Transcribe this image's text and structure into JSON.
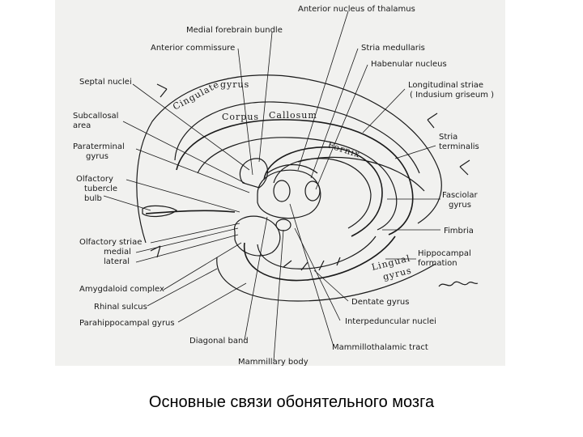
{
  "caption": "Основные связи обонятельного мозга",
  "labels": {
    "anterior_nucleus_thalamus": "Anterior nucleus of thalamus",
    "medial_forebrain_bundle": "Medial forebrain bundle",
    "anterior_commissure": "Anterior commissure",
    "stria_medullaris": "Stria medullaris",
    "habenular_nucleus": "Habenular nucleus",
    "septal_nuclei": "Septal nuclei",
    "longitudinal_striae": "Longitudinal striae",
    "indusium_griseum": "( Indusium griseum )",
    "subcallosal_area_1": "Subcallosal",
    "subcallosal_area_2": "area",
    "paraterminal_gyrus_1": "Paraterminal",
    "paraterminal_gyrus_2": "gyrus",
    "stria_terminalis_1": "Stria",
    "stria_terminalis_2": "terminalis",
    "olfactory": "Olfactory",
    "tubercle": "tubercle",
    "bulb": "bulb",
    "fasciolar_gyrus_1": "Fasciolar",
    "fasciolar_gyrus_2": "gyrus",
    "fimbria": "Fimbria",
    "olfactory_striae": "Olfactory striae",
    "medial": "medial",
    "lateral": "lateral",
    "hippocampal_formation_1": "Hippocampal",
    "hippocampal_formation_2": "formation",
    "amygdaloid_complex": "Amygdaloid complex",
    "rhinal_sulcus": "Rhinal sulcus",
    "parahippocampal_gyrus": "Parahippocampal gyrus",
    "dentate_gyrus": "Dentate gyrus",
    "interpeduncular_nuclei": "Interpeduncular nuclei",
    "diagonal_band": "Diagonal band",
    "mammillothalamic_tract": "Mammillothalamic tract",
    "mammillary_body": "Mammillary body"
  },
  "inside_labels": {
    "cingulate": "Cingulate",
    "gyrus": "gyrus",
    "corpus": "Corpus",
    "callosum": "Callosum",
    "fornix": "Fornix",
    "lingual": "Lingual",
    "gyrus_lower": "gyrus"
  },
  "colors": {
    "ink": "#1a1a1a",
    "paper": "#f1f1ef"
  }
}
